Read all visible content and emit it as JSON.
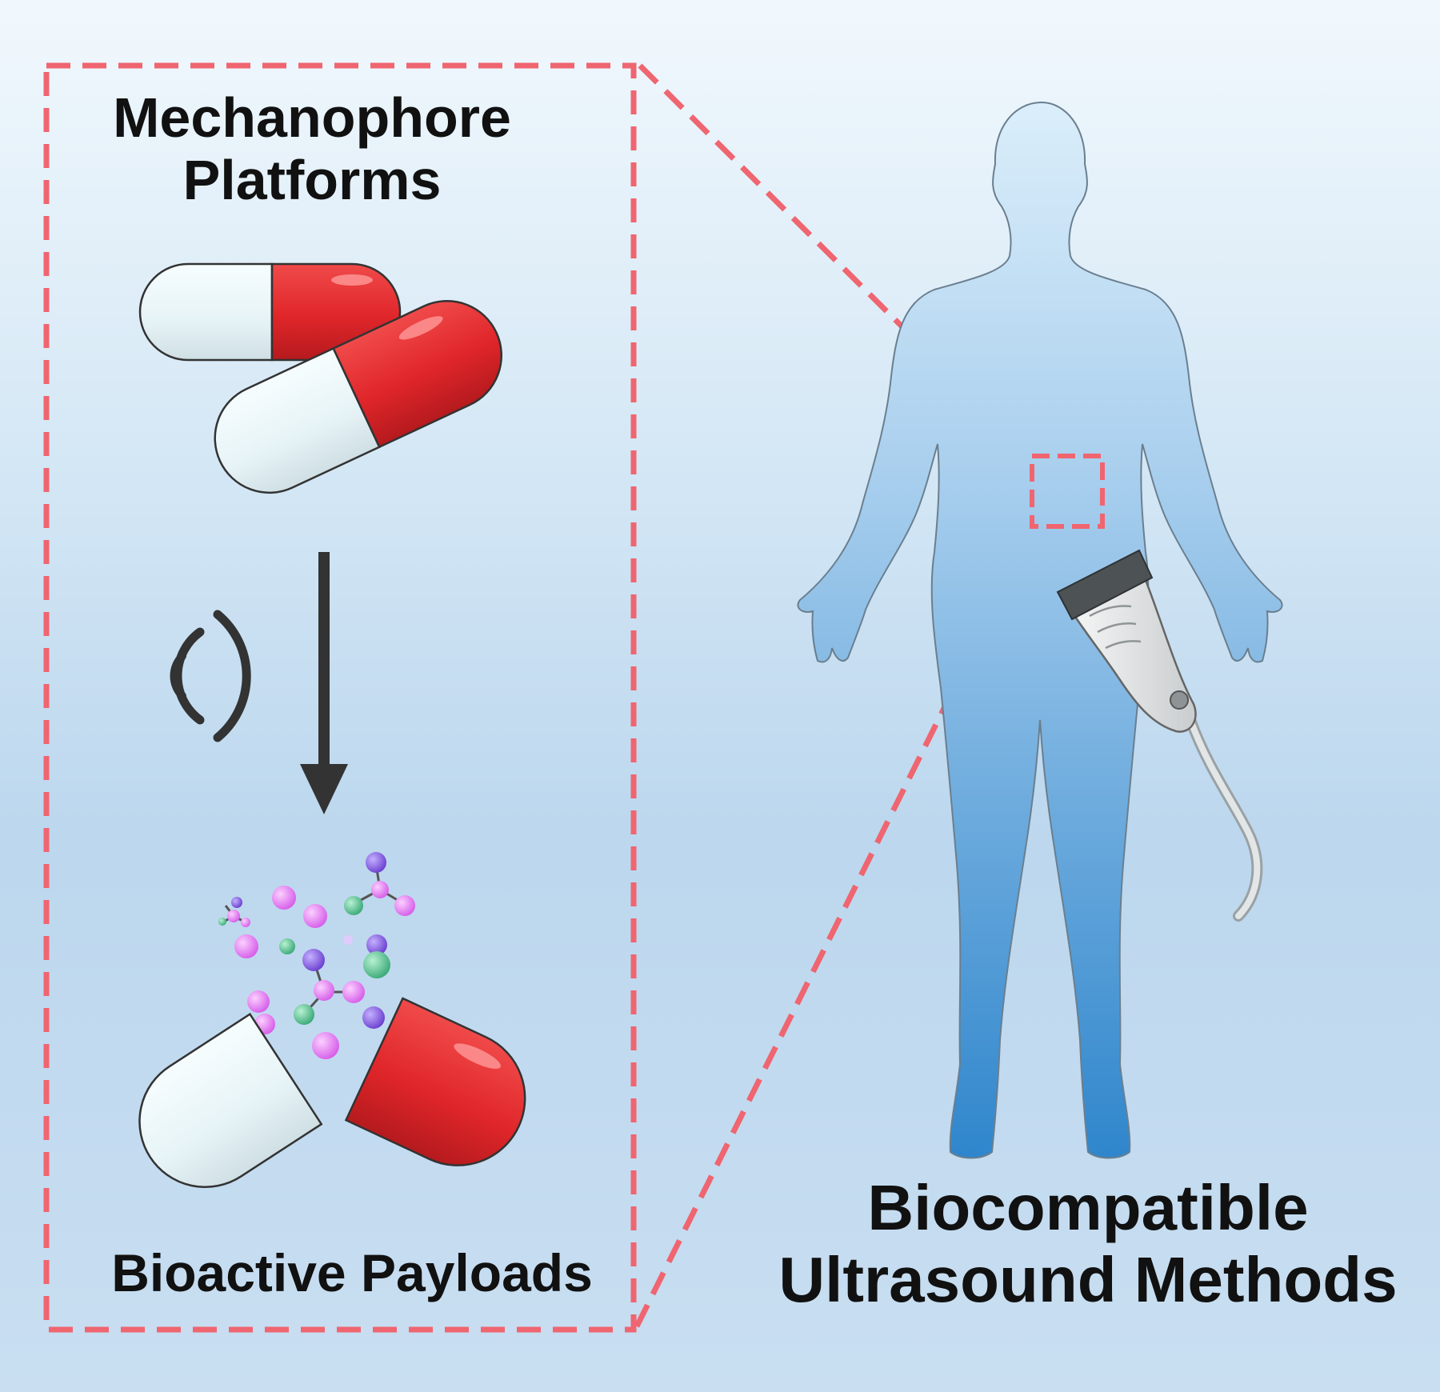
{
  "headings": {
    "platforms_line1": "Mechanophore",
    "platforms_line2": "Platforms",
    "payloads": "Bioactive Payloads",
    "methods_line1": "Biocompatible",
    "methods_line2": "Ultrasound Methods"
  },
  "colors": {
    "dashed_frame": "#ef6570",
    "capsule_red": "#e3262b",
    "capsule_white": "#eaf6f8",
    "arrow": "#333333",
    "body_top": "#cfe6f6",
    "body_bottom": "#2f86cc",
    "molecule_magenta": "#de6df0",
    "molecule_purple": "#7a4fd8",
    "molecule_green": "#45b883"
  },
  "icons": [
    "capsule-icon",
    "down-arrow-icon",
    "sound-wave-icon",
    "molecule-icon",
    "human-body-icon",
    "ultrasound-probe-icon"
  ]
}
